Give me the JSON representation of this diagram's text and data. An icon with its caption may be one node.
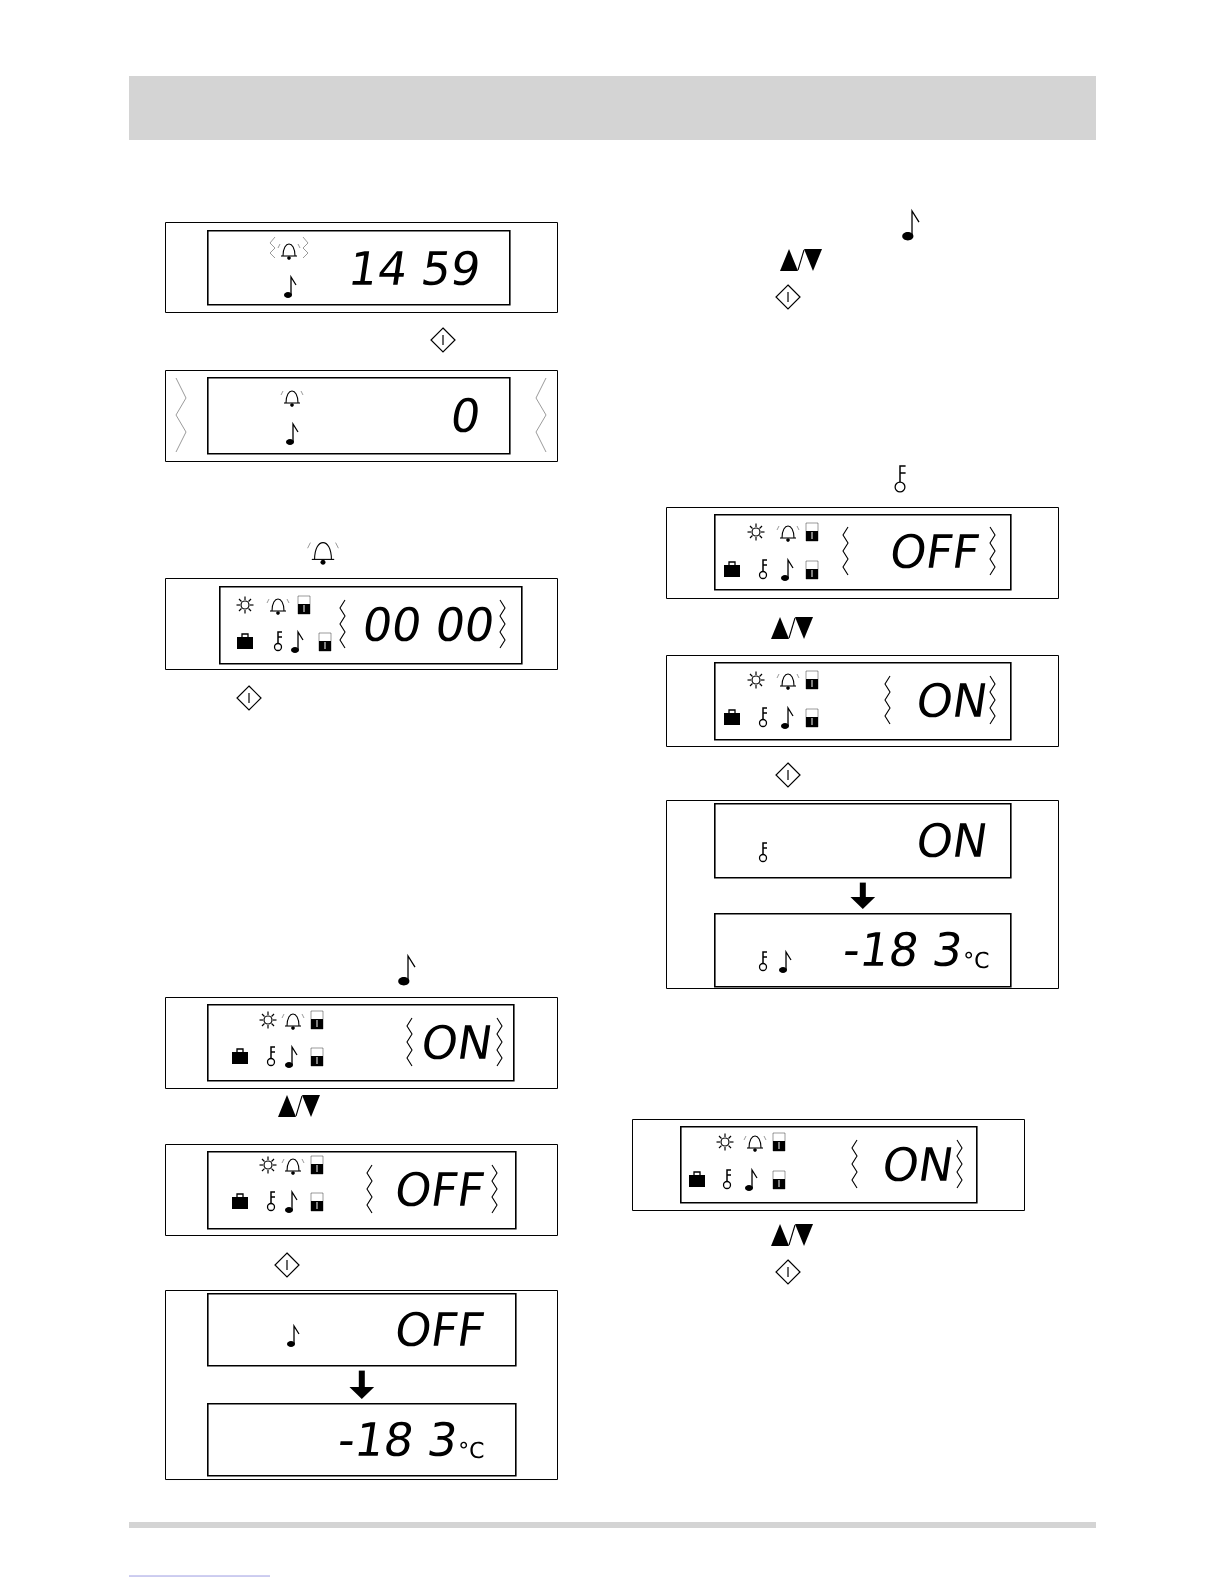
{
  "diagram": {
    "nodes": [
      {
        "text": [],
        "shape": "box"
      },
      {
        "text": [
          "14 59"
        ],
        "in": 0
      },
      {
        "text": [],
        "shape": "box"
      },
      {
        "text": [
          "0"
        ],
        "in": 2
      },
      {
        "text": [],
        "shape": "box"
      },
      {
        "text": [
          "00 00"
        ],
        "in": 4
      },
      {
        "text": [],
        "shape": "box"
      },
      {
        "text": [
          "ON"
        ],
        "in": 6
      },
      {
        "text": [],
        "shape": "box"
      },
      {
        "text": [
          "OFF"
        ],
        "in": 8
      },
      {
        "text": [],
        "shape": "box"
      },
      {
        "text": [
          "OFF"
        ],
        "in": 10
      },
      {
        "text": [
          "-18 3",
          "°C"
        ],
        "in": 10
      },
      {
        "text": [],
        "shape": "box"
      },
      {
        "text": [
          "OFF"
        ],
        "in": 13
      },
      {
        "text": [],
        "shape": "box"
      },
      {
        "text": [
          "ON"
        ],
        "in": 15
      },
      {
        "text": [],
        "shape": "box"
      },
      {
        "text": [
          "ON"
        ],
        "in": 17
      },
      {
        "text": [
          "-18 3",
          "°C"
        ],
        "in": 17
      },
      {
        "text": [],
        "shape": "box"
      },
      {
        "text": [
          "ON"
        ],
        "in": 20
      }
    ],
    "edges": [
      {
        "from": 11,
        "to": 12,
        "arrow": "to"
      },
      {
        "from": 18,
        "to": 19,
        "arrow": "to"
      }
    ]
  }
}
